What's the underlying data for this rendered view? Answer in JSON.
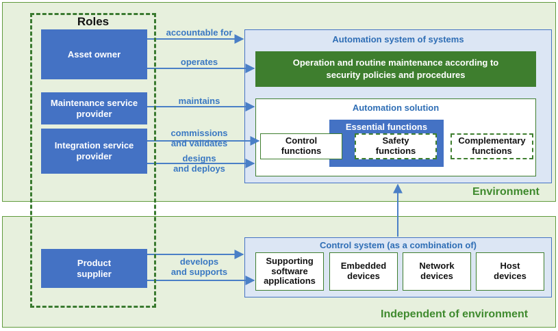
{
  "zones": {
    "environment": "Environment",
    "independent": "Independent of environment"
  },
  "roles": {
    "title": "Roles",
    "asset_owner": "Asset owner",
    "maintenance": "Maintenance service\nprovider",
    "integration": "Integration service\nprovider",
    "product_supplier": "Product\nsupplier"
  },
  "arrows": {
    "accountable_for": "accountable for",
    "operates": "operates",
    "maintains": "maintains",
    "commissions": "commissions\nand validates",
    "designs": "designs\nand deploys",
    "develops": "develops\nand supports"
  },
  "automation_sos": {
    "title": "Automation system of systems",
    "operation": "Operation and routine maintenance according to\nsecurity policies and procedures"
  },
  "automation_solution": {
    "title": "Automation solution",
    "essential_title": "Essential functions",
    "control_functions": "Control\nfunctions",
    "safety_functions": "Safety\nfunctions",
    "complementary_functions": "Complementary\nfunctions"
  },
  "control_system": {
    "title": "Control system (as a combination of)",
    "supporting": "Supporting\nsoftware\napplications",
    "embedded": "Embedded\ndevices",
    "network": "Network\ndevices",
    "host": "Host\ndevices"
  },
  "colors": {
    "role_blue": "#4472c4",
    "arrow_blue": "#3a78c2",
    "zone_green": "#e7f0dd",
    "dark_green": "#3e7e2e"
  }
}
